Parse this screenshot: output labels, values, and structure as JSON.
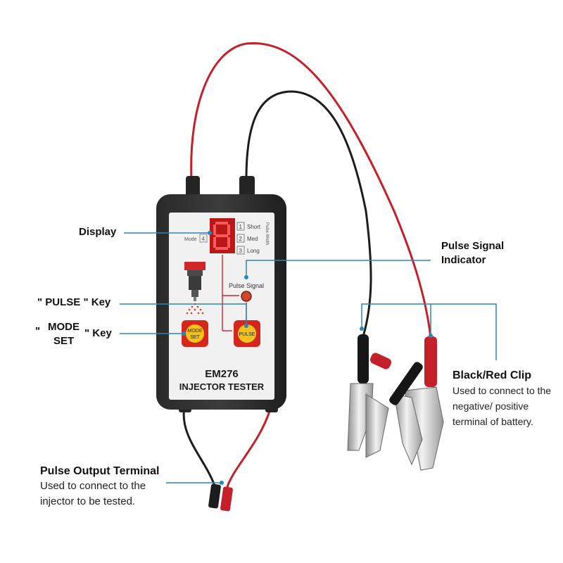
{
  "callouts": {
    "display": "Display",
    "pulse_signal": [
      "Pulse Signal",
      "Indicator"
    ],
    "pulse_key": "\" PULSE \" Key",
    "mode_set_key": {
      "quote": "\"",
      "line1": "MODE",
      "line2": "SET",
      "suffix": "\" Key"
    },
    "clip": {
      "title": "Black/Red Clip",
      "description": [
        "Used to connect to the",
        "negative/ positive",
        "terminal of battery."
      ]
    },
    "output": {
      "title": "Pulse Output Terminal",
      "description": [
        "Used to connect to the",
        "injector to be tested."
      ]
    }
  },
  "device": {
    "model": "EM276",
    "name": "INJECTOR TESTER",
    "mode_label": "Mode",
    "mode_value": "4",
    "modes": [
      {
        "num": "1",
        "label": "Short"
      },
      {
        "num": "2",
        "label": "Med"
      },
      {
        "num": "3",
        "label": "Long"
      }
    ],
    "side_label": "Pulse Width",
    "signal_label": "Pulse Signal",
    "mode_button": [
      "MODE",
      "SET"
    ],
    "pulse_button": "PULSE"
  },
  "colors": {
    "leader": "#2a86b8",
    "red_wire": "#c4202a",
    "black_wire": "#1c1c1c",
    "display_red": "#ff4a4a",
    "button_red": "#d4281e",
    "button_yellow": "#f3c21b"
  }
}
